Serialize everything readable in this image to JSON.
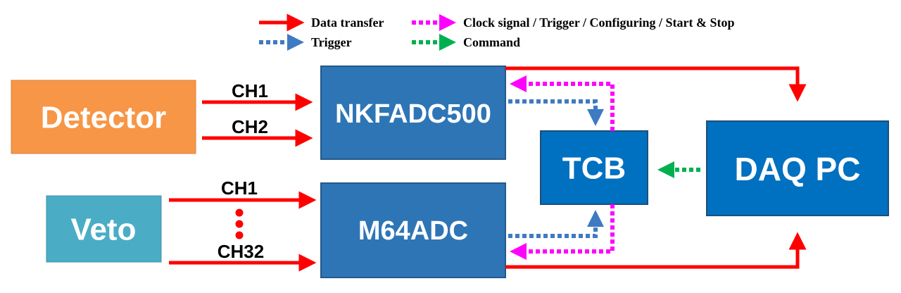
{
  "colors": {
    "data": "#ff0000",
    "clock": "#ff00ff",
    "trigger": "#3f7ac2",
    "command": "#00b050",
    "detector_fill": "#f79646",
    "veto_fill": "#4bacc6",
    "module_fill": "#2e75b6",
    "daq_fill": "#0070c0"
  },
  "legend": [
    {
      "label": "Data transfer",
      "style": "solid",
      "color": "red"
    },
    {
      "label": "Clock signal / Trigger / Configuring / Start & Stop",
      "style": "dotted",
      "color": "magenta"
    },
    {
      "label": "Trigger",
      "style": "dotted",
      "color": "blue"
    },
    {
      "label": "Command",
      "style": "dotted",
      "color": "green"
    }
  ],
  "boxes": {
    "detector": "Detector",
    "veto": "Veto",
    "nkfadc": "NKFADC500",
    "m64adc": "M64ADC",
    "tcb": "TCB",
    "daq": "DAQ PC"
  },
  "channels": {
    "det_ch1": "CH1",
    "det_ch2": "CH2",
    "veto_ch1": "CH1",
    "veto_ch32": "CH32"
  }
}
